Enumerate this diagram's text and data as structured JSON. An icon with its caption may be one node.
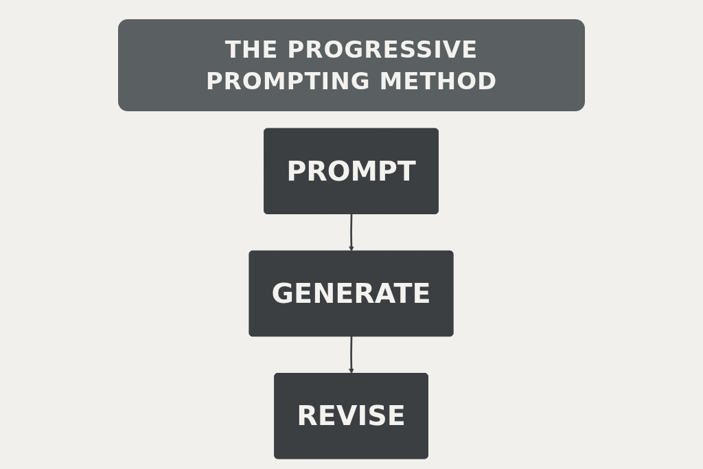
{
  "diagram": {
    "title": "THE PROGRESSIVE PROMPTING METHOD",
    "nodes": [
      {
        "text": [
          "PROMPT"
        ]
      },
      {
        "text": [
          "GENERATE"
        ]
      },
      {
        "text": [
          "REVISE"
        ]
      }
    ],
    "edges": [
      {
        "from": 0,
        "to": 1,
        "arrow": "to"
      },
      {
        "from": 1,
        "to": 2,
        "arrow": "to"
      }
    ]
  }
}
